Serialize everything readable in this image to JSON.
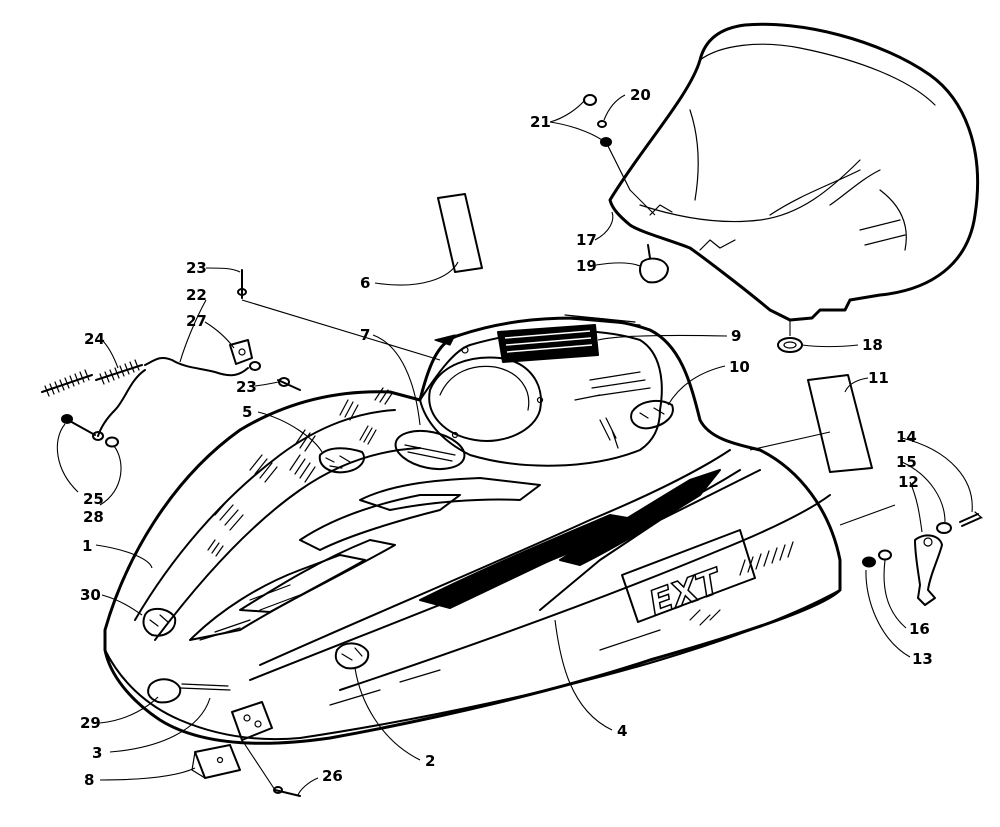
{
  "diagram": {
    "decal_text": "EXT",
    "callouts": [
      "1",
      "2",
      "3",
      "4",
      "5",
      "6",
      "7",
      "8",
      "9",
      "10",
      "11",
      "12",
      "13",
      "14",
      "15",
      "16",
      "17",
      "18",
      "19",
      "20",
      "21",
      "22",
      "23",
      "23",
      "24",
      "25",
      "28",
      "26",
      "27",
      "29",
      "30"
    ]
  }
}
